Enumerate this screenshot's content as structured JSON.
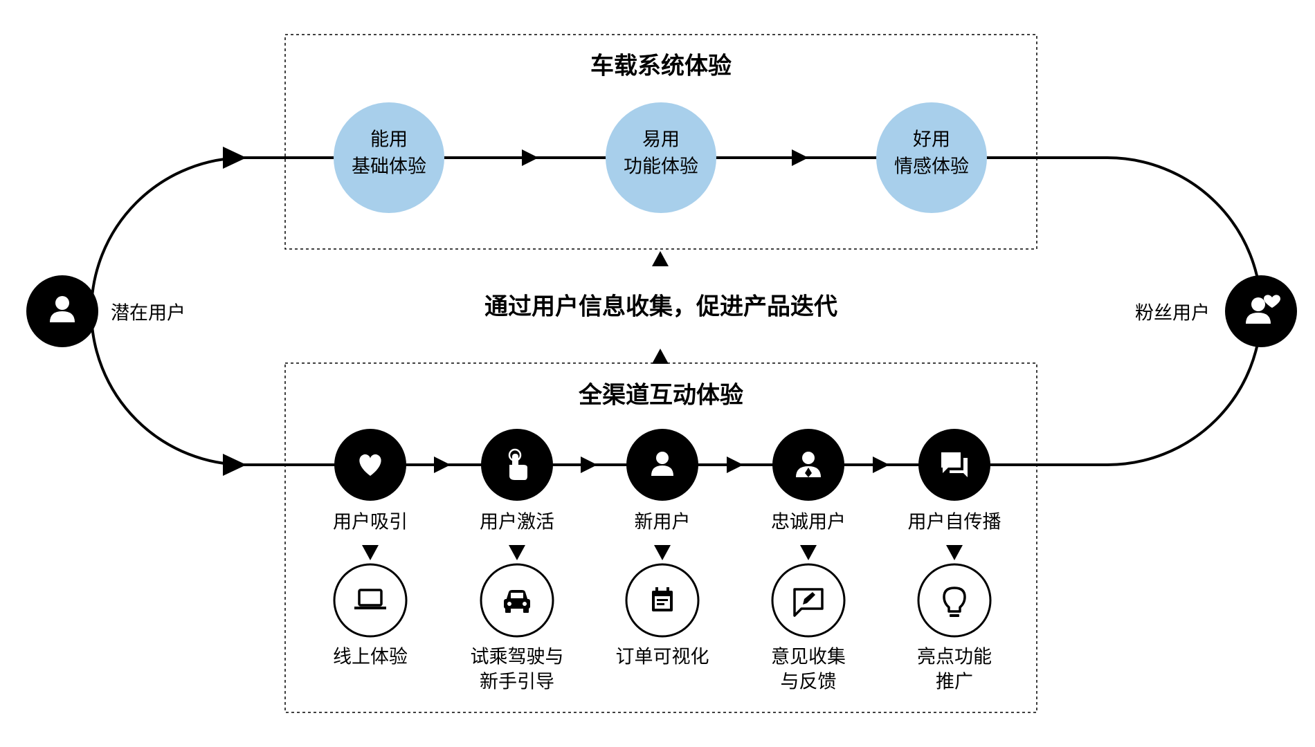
{
  "top_section": {
    "title": "车载系统体验",
    "stages": [
      {
        "line1": "能用",
        "line2": "基础体验"
      },
      {
        "line1": "易用",
        "line2": "功能体验"
      },
      {
        "line1": "好用",
        "line2": "情感体验"
      }
    ],
    "circle_color": "#a8cfeb"
  },
  "center_text": "通过用户信息收集，促进产品迭代",
  "left_node": {
    "label": "潜在用户",
    "icon": "person-icon"
  },
  "right_node": {
    "label": "粉丝用户",
    "icon": "person-heart-icon"
  },
  "bottom_section": {
    "title": "全渠道互动体验",
    "stages": [
      {
        "icon": "heart-icon",
        "label": "用户吸引",
        "sub_icon": "laptop-icon",
        "sub_line1": "线上体验",
        "sub_line2": ""
      },
      {
        "icon": "touch-icon",
        "label": "用户激活",
        "sub_icon": "car-icon",
        "sub_line1": "试乘驾驶与",
        "sub_line2": "新手引导"
      },
      {
        "icon": "person-icon",
        "label": "新用户",
        "sub_icon": "calendar-icon",
        "sub_line1": "订单可视化",
        "sub_line2": ""
      },
      {
        "icon": "badge-person-icon",
        "label": "忠诚用户",
        "sub_icon": "feedback-icon",
        "sub_line1": "意见收集",
        "sub_line2": "与反馈"
      },
      {
        "icon": "chat-icon",
        "label": "用户自传播",
        "sub_icon": "lightbulb-icon",
        "sub_line1": "亮点功能",
        "sub_line2": "推广"
      }
    ]
  }
}
